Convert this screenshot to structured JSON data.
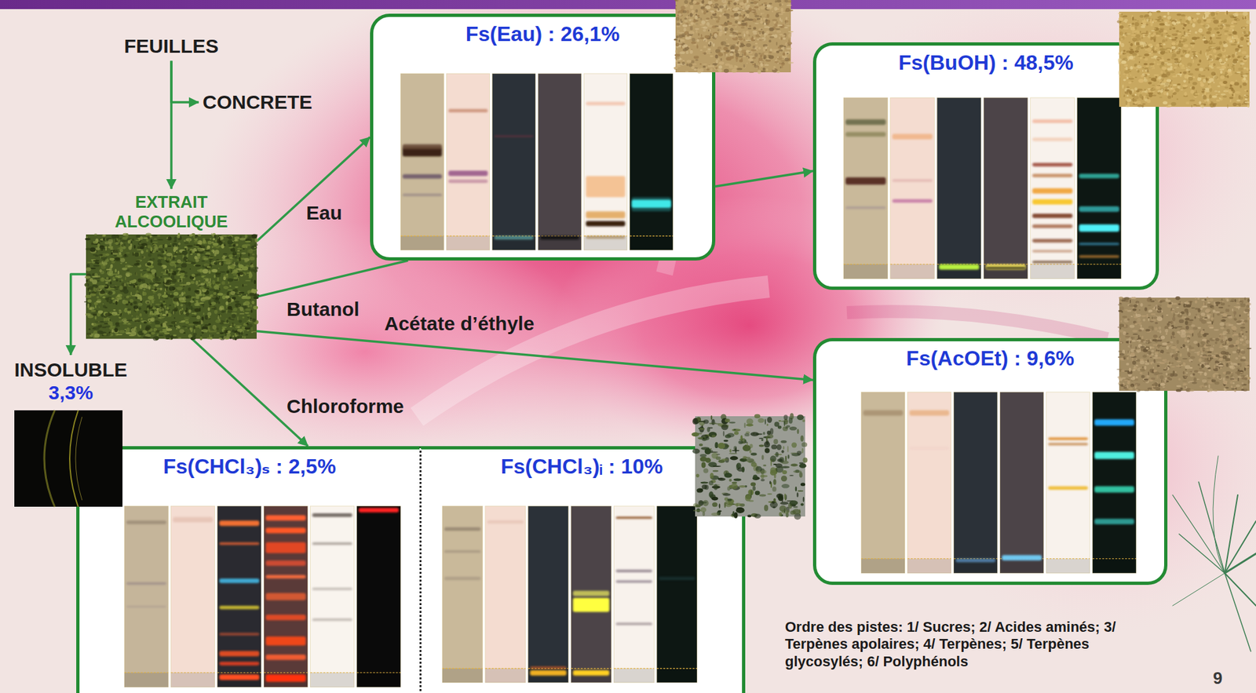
{
  "diagram": {
    "nodes": [
      {
        "text": [
          "FEUILLES"
        ]
      },
      {
        "text": [
          "CONCRETE"
        ]
      },
      {
        "text": [
          "EXTRAIT ALCOOLIQUE"
        ]
      },
      {
        "text": [
          "INSOLUBLE",
          "3,3%"
        ]
      },
      {
        "text": [
          "Fs(Eau) : 26,1%"
        ]
      },
      {
        "text": [
          "Fs(BuOH) : 48,5%"
        ]
      },
      {
        "text": [
          "Fs(AcOEt) : 9,6%"
        ]
      },
      {
        "text": [
          "Fs(CHCl₃)ₛ : 2,5%"
        ]
      },
      {
        "text": [
          "Fs(CHCl₃)ᵢ : 10%"
        ]
      }
    ],
    "edges": [
      {
        "from": 0,
        "to": 2,
        "arrow": "to"
      },
      {
        "from": 0,
        "to": 1,
        "arrow": "to"
      },
      {
        "from": 2,
        "to": 4,
        "label": "Eau",
        "arrow": "to"
      },
      {
        "from": 2,
        "to": 4,
        "label": "Butanol",
        "arrow": "none"
      },
      {
        "from": 4,
        "to": 5,
        "arrow": "to"
      },
      {
        "from": 2,
        "to": 6,
        "label": "Acétate d’éthyle",
        "arrow": "to"
      },
      {
        "from": 2,
        "to": 7,
        "label": "Chloroforme",
        "arrow": "to"
      },
      {
        "from": 2,
        "to": 3,
        "arrow": "to"
      }
    ],
    "labels": [
      "Ordre des pistes: 1/ Sucres; 2/ Acides aminés; 3/ Terpènes apolaires; 4/ Terpènes; 5/ Terpènes glycosylés; 6/ Polyphénols",
      "9"
    ]
  }
}
